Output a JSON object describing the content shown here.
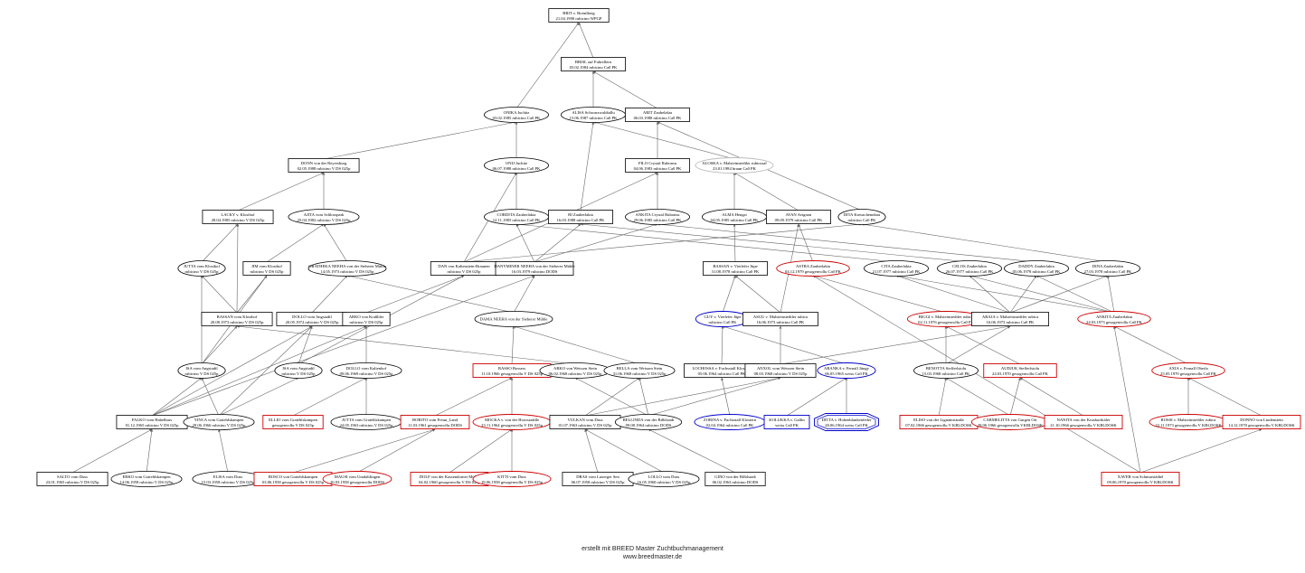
{
  "colors": {
    "default": "#000000",
    "red": "#cc0000",
    "blue": "#0000cc",
    "grey": "#bbbbbb"
  },
  "footer": {
    "line1": "erstellt mit BREED Master Zuchtbuchmanagement",
    "line2": "www.breedmaster.de"
  },
  "nodes": [
    {
      "id": "n1",
      "l1": "BRIT v. Breinlberg",
      "l2": "21.04.1990 rubicino WPGP",
      "shape": "box",
      "color": "default"
    },
    {
      "id": "n2",
      "l1": "BRISL auf Fuhrellern",
      "l2": "05.02.1984 rubicino Ca0 PK",
      "shape": "box",
      "color": "default"
    },
    {
      "id": "n3",
      "l1": "ONIKA Juchitz",
      "l2": "03.02.1985 rubicino Ca0 PK",
      "shape": "ellipse",
      "color": "default"
    },
    {
      "id": "n4",
      "l1": "ALISA Schwarzwaldtallu",
      "l2": "15.06.1987 rubicino Ca0 PK",
      "shape": "ellipse",
      "color": "default"
    },
    {
      "id": "n5",
      "l1": "ARIT Zaubelakta",
      "l2": "06.03.1988 rubicino Ca0 PK",
      "shape": "box",
      "color": "default"
    },
    {
      "id": "n6",
      "l1": "DONN von der Reyersburg",
      "l2": "02.05.1988 rubicino V DS 025p",
      "shape": "box",
      "color": "default"
    },
    {
      "id": "n7",
      "l1": "ONIJ Juchitz",
      "l2": "06.07.1988 rubicino Ca0 PK",
      "shape": "ellipse",
      "color": "default"
    },
    {
      "id": "n8",
      "l1": "FILO Crystal Rubonsu",
      "l2": "04.06.1983 rubicino Ca0 PK",
      "shape": "box",
      "color": "default"
    },
    {
      "id": "n9",
      "l1": "ALOSKA v. Malsteinstedtler rubicusal",
      "l2": "23.01.1984 braun Ca0 PK",
      "shape": "ellipse",
      "color": "grey"
    },
    {
      "id": "n10",
      "l1": "LACKY v. Klosthof",
      "l2": "28.04.1985 rubicino V DS 025p",
      "shape": "box",
      "color": "default"
    },
    {
      "id": "n11",
      "l1": "AJITA vom Schlosspark",
      "l2": "25.04.1982 rubicino V DS 025p",
      "shape": "ellipse",
      "color": "default"
    },
    {
      "id": "n12",
      "l1": "CORDITA Zauberlakta",
      "l2": "12.11.1985 rubicino Ca0 PK",
      "shape": "ellipse",
      "color": "default"
    },
    {
      "id": "n13",
      "l1": "BI Zauberlakta",
      "l2": "16.03.1988 rubicino Ca0 PK",
      "shape": "box",
      "color": "default"
    },
    {
      "id": "n14",
      "l1": "ANKITA Crystal Rubonsu",
      "l2": "29.06.1985 rubicino Ca0 PK",
      "shape": "ellipse",
      "color": "default"
    },
    {
      "id": "n15",
      "l1": "ALMA Hengst",
      "l2": "04.05.1985 rubicino Ca0 PK",
      "shape": "ellipse",
      "color": "default"
    },
    {
      "id": "n16",
      "l1": "AVAN Avignon",
      "l2": "09.09.1979 rubicino Ca0 PK",
      "shape": "box",
      "color": "default"
    },
    {
      "id": "n17",
      "l1": "DITA Kreuzchennbau",
      "l2": "rubicino Ca0 PK",
      "shape": "ellipse",
      "color": "default"
    },
    {
      "id": "n18",
      "l1": "JUTTA vom Klosthof",
      "l2": "rubicino V DS 025p",
      "shape": "ellipse",
      "color": "default"
    },
    {
      "id": "n19",
      "l1": "JIM vom Klosthof",
      "l2": "rubicino V DS 025p",
      "shape": "box",
      "color": "default"
    },
    {
      "id": "n20",
      "l1": "ORATHEKA NEEHA von der Sieberer Mühle",
      "l2": "14.05.1973 rubicino V DS 025p",
      "shape": "ellipse",
      "color": "default"
    },
    {
      "id": "n21",
      "l1": "DAN von Kaltenstein-Braunen",
      "l2": "rubicino V DS 025p",
      "shape": "box",
      "color": "default"
    },
    {
      "id": "n22",
      "l1": "DANYMINER NEEHA von der Sieberer Mühle",
      "l2": "16.03.1979 rubicino DODS",
      "shape": "box",
      "color": "default"
    },
    {
      "id": "n23",
      "l1": "BASSAN v. Vierlefer Jüpe",
      "l2": "31.08.1978 rubicino Ca0 PK",
      "shape": "box",
      "color": "default"
    },
    {
      "id": "n24",
      "l1": "ASTRA Zauberlakta",
      "l2": "04.12.1979 gesogenvollu Ca0 PK",
      "shape": "ellipse",
      "color": "red"
    },
    {
      "id": "n25",
      "l1": "CITA Zauberlakta",
      "l2": "21.07.1977 rubicino Ca0 PK",
      "shape": "ellipse",
      "color": "default"
    },
    {
      "id": "n26",
      "l1": "CELOS Zauberlakta",
      "l2": "26.07.1977 rubicino Ca0 PK",
      "shape": "ellipse",
      "color": "default"
    },
    {
      "id": "n27",
      "l1": "DADDY Zauberlakta",
      "l2": "05.06.1978 rubicino Ca0 PK",
      "shape": "ellipse",
      "color": "default"
    },
    {
      "id": "n28",
      "l1": "DINA Zauberlakta",
      "l2": "27.03.1978 rubicino Ca0 PK",
      "shape": "ellipse",
      "color": "default"
    },
    {
      "id": "n29",
      "l1": "BASSAN vom Klosthof",
      "l2": "20.08.1973 rubicino V DS 025p",
      "shape": "box",
      "color": "default"
    },
    {
      "id": "n30",
      "l1": "DOLLO vom Angstadtl",
      "l2": "20.05.1972 rubicino V DS 025p",
      "shape": "box",
      "color": "default"
    },
    {
      "id": "n31",
      "l1": "ARKO von Kraßlder",
      "l2": "rubicino V DS 025p",
      "shape": "box",
      "color": "default"
    },
    {
      "id": "n32",
      "l1": "DAMA NEEHA von der Sieberer Mühle",
      "l2": "",
      "shape": "ellipse",
      "color": "default"
    },
    {
      "id": "n33",
      "l1": "GUY v. Vierlefer Jüpe",
      "l2": "rubicino Ca0 PK",
      "shape": "ellipse",
      "color": "blue"
    },
    {
      "id": "n34",
      "l1": "ASGU v. Malsteinstedtler rubica",
      "l2": "16.06.1973 rubicino Ca0 PK",
      "shape": "box",
      "color": "default"
    },
    {
      "id": "n35",
      "l1": "BIGGI v. Malsteinstedtler rubica",
      "l2": "02.11.1976 gesogenvollu Ca0 PK",
      "shape": "ellipse",
      "color": "red"
    },
    {
      "id": "n36",
      "l1": "ARAJA v. Malsteinstedtler rubica",
      "l2": "16.06.1973 rubicino Ca0 PK",
      "shape": "box",
      "color": "default"
    },
    {
      "id": "n37",
      "l1": "ANKITA Zauberlakta",
      "l2": "24.03.1973 gesogenvollu Ca0 PK",
      "shape": "ellipse",
      "color": "red"
    },
    {
      "id": "n38",
      "l1": "ISA vom Angstadtl",
      "l2": "rubicino V DS 025p",
      "shape": "ellipse",
      "color": "default"
    },
    {
      "id": "n39",
      "l1": "ISA vom Angstadtl",
      "l2": "rubicino V DS 025p",
      "shape": "ellipse",
      "color": "default"
    },
    {
      "id": "n40",
      "l1": "DOLLO vom Kaltenhof",
      "l2": "09.06.1969 rubicino V DS 025p",
      "shape": "ellipse",
      "color": "default"
    },
    {
      "id": "n41",
      "l1": "BASSO Bossers",
      "l2": "11.10.1966 gesogenvollu V DS 025p",
      "shape": "box",
      "color": "red"
    },
    {
      "id": "n42",
      "l1": "ARKO von Weissen Stein",
      "l2": "06.02.1968 rubicino V DS 025p",
      "shape": "ellipse",
      "color": "default"
    },
    {
      "id": "n43",
      "l1": "BELLA vom Weissen Stein",
      "l2": "31.06.1968 rubicino V DS 025p",
      "shape": "ellipse",
      "color": "default"
    },
    {
      "id": "n44",
      "l1": "LOCHOSSA v. Fuchsstall Klostern",
      "l2": "05.06.1964 rubicino Ca0 PK",
      "shape": "box",
      "color": "default"
    },
    {
      "id": "n45",
      "l1": "ANXOL vom Weissen Stein",
      "l2": "08.03.1968 rubicino V DS 025p",
      "shape": "box",
      "color": "default"
    },
    {
      "id": "n46",
      "l1": "ARANKA v. Fernall Jüngy",
      "l2": "06.05.1965 weiss Ca0 PK",
      "shape": "ellipse",
      "color": "blue"
    },
    {
      "id": "n47",
      "l1": "BENOTTA Siefferlstolu",
      "l2": "15.03.1968 rubicino Ca0 PK",
      "shape": "ellipse",
      "color": "default"
    },
    {
      "id": "n48",
      "l1": "AUDJUK Siefferlstolu",
      "l2": "24.03.1970 gesogenvollu Ca0 PK",
      "shape": "box",
      "color": "red"
    },
    {
      "id": "n49",
      "l1": "AXIA v. Fernall Oberla",
      "l2": "25.05.1970 gesogenvollu Ca0 PK",
      "shape": "ellipse",
      "color": "red"
    },
    {
      "id": "n50",
      "l1": "FALKO vom Habelburs",
      "l2": "01.12.1965 rubicino V DS 025p",
      "shape": "box",
      "color": "default"
    },
    {
      "id": "n51",
      "l1": "YINCA vom Gratehlskampen",
      "l2": "29.06.1966 rubicino V DS 025p",
      "shape": "ellipse",
      "color": "default"
    },
    {
      "id": "n52",
      "l1": "ELLIO vom Gratehlskampen",
      "l2": "gesogenvollu V DS 025p",
      "shape": "box",
      "color": "red"
    },
    {
      "id": "n53",
      "l1": "JUTTA vom Gratehlskampen",
      "l2": "24.05.1963 rubicino V DS 025p",
      "shape": "ellipse",
      "color": "default"
    },
    {
      "id": "n54",
      "l1": "BORITO vom Freun_Land",
      "l2": "11.03.1961 gesogenvollu DODS",
      "shape": "box",
      "color": "red"
    },
    {
      "id": "n55",
      "l1": "MOCKA v. von der Hoosstaddle",
      "l2": "23.11.1964 gesogenvollu V DS 025p",
      "shape": "ellipse",
      "color": "red"
    },
    {
      "id": "n56",
      "l1": "VULKAN vom Duss",
      "l2": "01.07.1963 rubicino V DS 025p",
      "shape": "box",
      "color": "default"
    },
    {
      "id": "n57",
      "l1": "BELLINDA von der Bilblstadt",
      "l2": "09.08.1964 rubicino DODS",
      "shape": "ellipse",
      "color": "default"
    },
    {
      "id": "n58",
      "l1": "ZORINA v. Fuchsstall Klostern",
      "l2": "02.04.1964 rubicino Ca0 PK",
      "shape": "ellipse",
      "color": "blue"
    },
    {
      "id": "n59",
      "l1": "KOLUKKA v. Gallin",
      "l2": "weiss Ca0 PK",
      "shape": "box",
      "color": "blue"
    },
    {
      "id": "n60",
      "l1": "DITTA v. Hohenblankenfeder",
      "l2": "28.06.1964 weiss Ca0 PK",
      "shape": "octagon",
      "color": "blue"
    },
    {
      "id": "n61",
      "l1": "ELISO von der Lignamtstraße",
      "l2": "07.02.1966 gesogenvollu V KBLDOSK",
      "shape": "box",
      "color": "red"
    },
    {
      "id": "n62",
      "l1": "CARMELITTA von Gurgen Ort",
      "l2": "28.06.1966 gesogenvollu VKBLDOSK",
      "shape": "ellipse",
      "color": "red"
    },
    {
      "id": "n63",
      "l1": "NANITA von der Krusbachtäler",
      "l2": "21.10.1966 gesogenvollu V KBLDOSK",
      "shape": "box",
      "color": "red"
    },
    {
      "id": "n64",
      "l1": "ROSSI v. Malsteinstedtler rubica",
      "l2": "22.11.1973 gesogenvollu V KBLDOSK",
      "shape": "ellipse",
      "color": "red"
    },
    {
      "id": "n65",
      "l1": "DONNO von Lindenstein",
      "l2": "14.12.1970 gesogenvollu V KBLDOSK",
      "shape": "box",
      "color": "red"
    },
    {
      "id": "n66",
      "l1": "SALTO vom Duss",
      "l2": "23.01.1965 rubicino V DS 025p",
      "shape": "box",
      "color": "default"
    },
    {
      "id": "n67",
      "l1": "ERKO vom Gratehlskampen",
      "l2": "14.06.1958 rubicino V DS 025p",
      "shape": "ellipse",
      "color": "default"
    },
    {
      "id": "n68",
      "l1": "ELISA vom Duss",
      "l2": "15.03.1958 rubicino V DS 025p",
      "shape": "ellipse",
      "color": "default"
    },
    {
      "id": "n69",
      "l1": "BOSCO von Gratehlskampen",
      "l2": "03.06.1958 gesogenvollu V DS 025p",
      "shape": "box",
      "color": "red"
    },
    {
      "id": "n70",
      "l1": "MAUSI vom Umdaltlingen",
      "l2": "20.03.1958 gesogenvollu DODS",
      "shape": "ellipse",
      "color": "red"
    },
    {
      "id": "n71",
      "l1": "DOLF von der Kassendorner Mühle",
      "l2": "04.02.1960 gesogenvollu V DS 025p",
      "shape": "box",
      "color": "red"
    },
    {
      "id": "n72",
      "l1": "KITTI vom Duss",
      "l2": "19.06.1958 gesogenvollu V DS 025p",
      "shape": "ellipse",
      "color": "red"
    },
    {
      "id": "n73",
      "l1": "DRAS vom Luxerger Sen",
      "l2": "06.07.1958 rubicino V DS 025p",
      "shape": "box",
      "color": "default"
    },
    {
      "id": "n74",
      "l1": "LOLLO vom Duss",
      "l2": "16.05.1960 rubicino V DS 025p",
      "shape": "ellipse",
      "color": "default"
    },
    {
      "id": "n75",
      "l1": "GINO von der Bilblstadt",
      "l2": "06.02.1963 rubicino DODS",
      "shape": "box",
      "color": "default"
    },
    {
      "id": "n76",
      "l1": "XAVER von Schmurstädtel",
      "l2": "09.06.1970 gesogenvollu V KBLDOSK",
      "shape": "box",
      "color": "red"
    }
  ],
  "edges": [
    [
      "n2",
      "n1"
    ],
    [
      "n3",
      "n1"
    ],
    [
      "n4",
      "n2"
    ],
    [
      "n5",
      "n2"
    ],
    [
      "n6",
      "n3"
    ],
    [
      "n7",
      "n3"
    ],
    [
      "n8",
      "n5"
    ],
    [
      "n9",
      "n4"
    ],
    [
      "n10",
      "n6"
    ],
    [
      "n11",
      "n6"
    ],
    [
      "n12",
      "n7"
    ],
    [
      "n13",
      "n4"
    ],
    [
      "n14",
      "n8"
    ],
    [
      "n15",
      "n9"
    ],
    [
      "n16",
      "n9"
    ],
    [
      "n17",
      "n5"
    ],
    [
      "n18",
      "n10"
    ],
    [
      "n19",
      "n11"
    ],
    [
      "n20",
      "n11"
    ],
    [
      "n21",
      "n7"
    ],
    [
      "n22",
      "n12"
    ],
    [
      "n22",
      "n13"
    ],
    [
      "n21",
      "n8"
    ],
    [
      "n22",
      "n14"
    ],
    [
      "n23",
      "n15"
    ],
    [
      "n24",
      "n16"
    ],
    [
      "n25",
      "n12"
    ],
    [
      "n26",
      "n13"
    ],
    [
      "n27",
      "n14"
    ],
    [
      "n28",
      "n17"
    ],
    [
      "n29",
      "n10"
    ],
    [
      "n29",
      "n18"
    ],
    [
      "n29",
      "n19"
    ],
    [
      "n30",
      "n20"
    ],
    [
      "n31",
      "n21"
    ],
    [
      "n32",
      "n22"
    ],
    [
      "n32",
      "n20"
    ],
    [
      "n33",
      "n23"
    ],
    [
      "n34",
      "n23"
    ],
    [
      "n34",
      "n16"
    ],
    [
      "n35",
      "n24"
    ],
    [
      "n36",
      "n25"
    ],
    [
      "n36",
      "n26"
    ],
    [
      "n36",
      "n27"
    ],
    [
      "n37",
      "n26"
    ],
    [
      "n37",
      "n27"
    ],
    [
      "n37",
      "n28"
    ],
    [
      "n37",
      "n25"
    ],
    [
      "n36",
      "n28"
    ],
    [
      "n38",
      "n18"
    ],
    [
      "n38",
      "n29"
    ],
    [
      "n38",
      "n19"
    ],
    [
      "n39",
      "n21"
    ],
    [
      "n40",
      "n31"
    ],
    [
      "n41",
      "n32"
    ],
    [
      "n42",
      "n29"
    ],
    [
      "n43",
      "n32"
    ],
    [
      "n44",
      "n33"
    ],
    [
      "n45",
      "n34"
    ],
    [
      "n46",
      "n33"
    ],
    [
      "n47",
      "n35"
    ],
    [
      "n47",
      "n36"
    ],
    [
      "n48",
      "n35"
    ],
    [
      "n45",
      "n36"
    ],
    [
      "n49",
      "n37"
    ],
    [
      "n21",
      "n17"
    ],
    [
      "n50",
      "n38"
    ],
    [
      "n50",
      "n30"
    ],
    [
      "n50",
      "n31"
    ],
    [
      "n50",
      "n22"
    ],
    [
      "n51",
      "n38"
    ],
    [
      "n51",
      "n39"
    ],
    [
      "n51",
      "n30"
    ],
    [
      "n52",
      "n40"
    ],
    [
      "n53",
      "n40"
    ],
    [
      "n54",
      "n41"
    ],
    [
      "n55",
      "n41"
    ],
    [
      "n56",
      "n43"
    ],
    [
      "n56",
      "n45"
    ],
    [
      "n57",
      "n43"
    ],
    [
      "n57",
      "n42"
    ],
    [
      "n58",
      "n44"
    ],
    [
      "n59",
      "n46"
    ],
    [
      "n60",
      "n46"
    ],
    [
      "n61",
      "n47"
    ],
    [
      "n62",
      "n47"
    ],
    [
      "n62",
      "n48"
    ],
    [
      "n63",
      "n48"
    ],
    [
      "n64",
      "n49"
    ],
    [
      "n65",
      "n49"
    ],
    [
      "n66",
      "n50"
    ],
    [
      "n67",
      "n50"
    ],
    [
      "n68",
      "n51"
    ],
    [
      "n69",
      "n54"
    ],
    [
      "n70",
      "n54"
    ],
    [
      "n71",
      "n55"
    ],
    [
      "n72",
      "n55"
    ],
    [
      "n73",
      "n56"
    ],
    [
      "n74",
      "n56"
    ],
    [
      "n75",
      "n57"
    ],
    [
      "n76",
      "n37"
    ],
    [
      "n76",
      "n65"
    ],
    [
      "n76",
      "n24"
    ],
    [
      "n57",
      "n45"
    ],
    [
      "n39",
      "n30"
    ]
  ]
}
